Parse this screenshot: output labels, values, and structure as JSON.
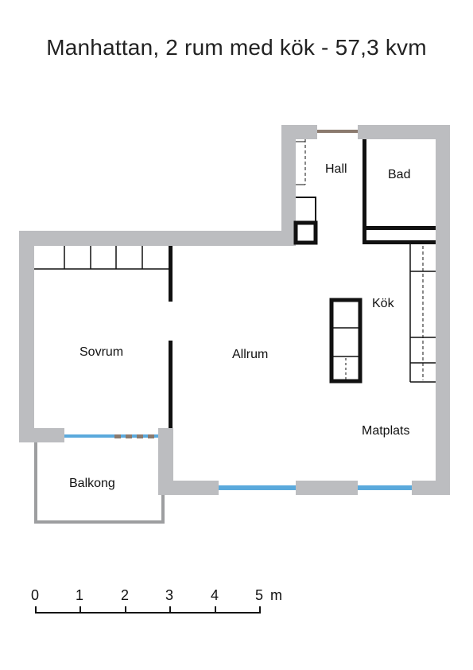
{
  "title": "Manhattan, 2 rum med kök - 57,3 kvm",
  "rooms": {
    "hall": "Hall",
    "bad": "Bad",
    "kok": "Kök",
    "sovrum": "Sovrum",
    "allrum": "Allrum",
    "matplats": "Matplats",
    "balkong": "Balkong"
  },
  "scale": {
    "ticks": [
      "0",
      "1",
      "2",
      "3",
      "4",
      "5"
    ],
    "unit": "m"
  },
  "colors": {
    "wall": "#bcbdc0",
    "window": "#5aa9dc",
    "door": "#8b7a6e",
    "fixture": "#111111"
  }
}
